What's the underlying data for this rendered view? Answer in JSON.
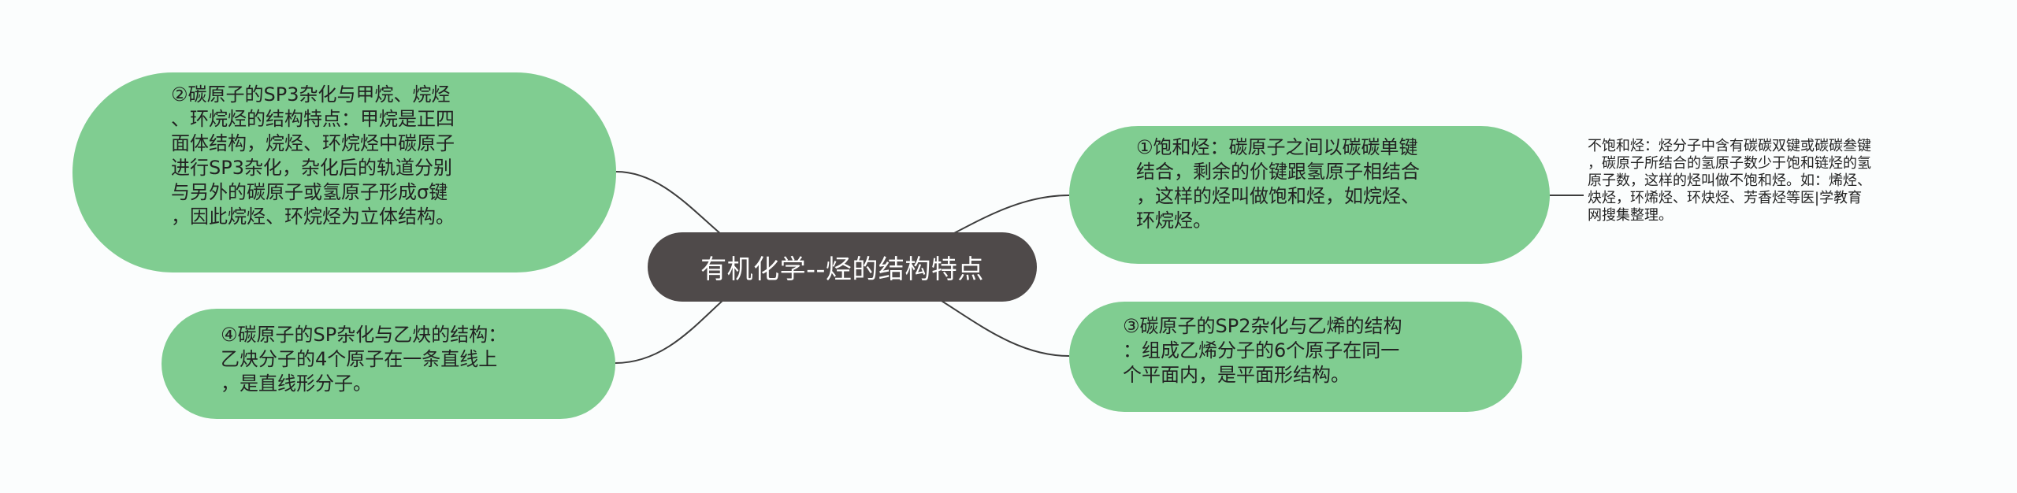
{
  "mindmap": {
    "root": {
      "label": "有机化学--烃的结构特点"
    },
    "left_topics": [
      {
        "id": "sp3",
        "text": "②碳原子的SP3杂化与甲烷、烷烃\n、环烷烃的结构特点：甲烷是正四\n面体结构，烷烃、环烷烃中碳原子\n进行SP3杂化，杂化后的轨道分别\n与另外的碳原子或氢原子形成σ键\n，因此烷烃、环烷烃为立体结构。"
      },
      {
        "id": "sp",
        "text": "④碳原子的SP杂化与乙炔的结构：\n乙炔分子的4个原子在一条直线上\n，是直线形分子。"
      }
    ],
    "right_topics": [
      {
        "id": "saturated",
        "text": "①饱和烃：碳原子之间以碳碳单键\n结合，剩余的价键跟氢原子相结合\n，这样的烃叫做饱和烃，如烷烃、\n环烷烃。",
        "note": "不饱和烃：烃分子中含有碳碳双键或碳碳叁键\n，碳原子所结合的氢原子数少于饱和链烃的氢\n原子数，这样的烃叫做不饱和烃。如：烯烃、\n炔烃，环烯烃、环炔烃、芳香烃等医|学教育\n网搜集整理。"
      },
      {
        "id": "sp2",
        "text": "③碳原子的SP2杂化与乙烯的结构\n：组成乙烯分子的6个原子在同一\n个平面内，是平面形结构。"
      }
    ]
  },
  "colors": {
    "background": "#fbfdfd",
    "root_fill": "#4f4a4a",
    "root_text": "#ffffff",
    "topic_fill": "#80cd91",
    "topic_text": "#222222",
    "connector": "#3d3d3d"
  }
}
